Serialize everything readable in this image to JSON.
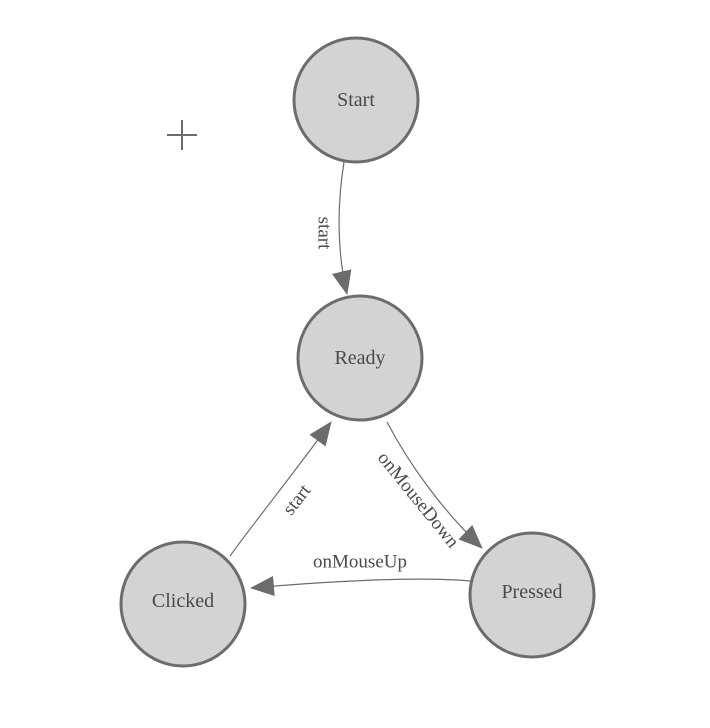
{
  "diagram": {
    "type": "state-machine",
    "colors": {
      "background": "#ffffff",
      "node_fill": "#d3d3d3",
      "node_stroke": "#6c6c6c",
      "edge_stroke": "#6c6c6c",
      "arrow_fill": "#6c6c6c",
      "text": "#4a4a4a",
      "crosshair": "#6c6c6c"
    },
    "icons": {
      "crosshair": "origin-crosshair-icon"
    },
    "nodes": [
      {
        "id": "start",
        "label": "Start"
      },
      {
        "id": "ready",
        "label": "Ready"
      },
      {
        "id": "clicked",
        "label": "Clicked"
      },
      {
        "id": "pressed",
        "label": "Pressed"
      }
    ],
    "edges": [
      {
        "from": "Start",
        "to": "Ready",
        "label": "start"
      },
      {
        "from": "Ready",
        "to": "Pressed",
        "label": "onMouseDown"
      },
      {
        "from": "Pressed",
        "to": "Clicked",
        "label": "onMouseUp"
      },
      {
        "from": "Clicked",
        "to": "Ready",
        "label": "start"
      }
    ]
  }
}
